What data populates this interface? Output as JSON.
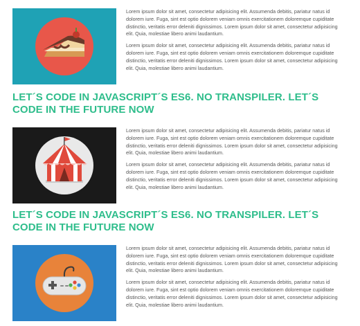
{
  "colors": {
    "headline": "#2ebd8b",
    "body_text": "#555555",
    "thumb1_bg": "#1fa2b5",
    "thumb2_bg": "#1a1a1a",
    "thumb3_bg": "#2a82c8"
  },
  "articles": [
    {
      "image_icon": "cake-slice-icon",
      "paragraphs": [
        "Lorem ipsum dolor sit amet, consectetur adipisicing elit. Assumenda debitis, pariatur natus id dolorem iure. Fuga, sint est optio dolorem veniam omnis exercitationem doloremque cupiditate distinctio, veritatis error deleniti dignissimos. Lorem ipsum dolor sit amet, consectetur adipisicing elit. Quia, molestiae libero animi laudantium.",
        "Lorem ipsum dolor sit amet, consectetur adipisicing elit. Assumenda debitis, pariatur natus id dolorem iure. Fuga, sint est optio dolorem veniam omnis exercitationem doloremque cupiditate distinctio, veritatis error deleniti dignissimos. Lorem ipsum dolor sit amet, consectetur adipisicing elit. Quia, molestiae libero animi laudantium."
      ]
    },
    {
      "image_icon": "circus-tent-icon",
      "paragraphs": [
        "Lorem ipsum dolor sit amet, consectetur adipisicing elit. Assumenda debitis, pariatur natus id dolorem iure. Fuga, sint est optio dolorem veniam omnis exercitationem doloremque cupiditate distinctio, veritatis error deleniti dignissimos. Lorem ipsum dolor sit amet, consectetur adipisicing elit. Quia, molestiae libero animi laudantium.",
        "Lorem ipsum dolor sit amet, consectetur adipisicing elit. Assumenda debitis, pariatur natus id dolorem iure. Fuga, sint est optio dolorem veniam omnis exercitationem doloremque cupiditate distinctio, veritatis error deleniti dignissimos. Lorem ipsum dolor sit amet, consectetur adipisicing elit. Quia, molestiae libero animi laudantium."
      ]
    },
    {
      "image_icon": "gamepad-icon",
      "paragraphs": [
        "Lorem ipsum dolor sit amet, consectetur adipisicing elit. Assumenda debitis, pariatur natus id dolorem iure. Fuga, sint est optio dolorem veniam omnis exercitationem doloremque cupiditate distinctio, veritatis error deleniti dignissimos. Lorem ipsum dolor sit amet, consectetur adipisicing elit. Quia, molestiae libero animi laudantium.",
        "Lorem ipsum dolor sit amet, consectetur adipisicing elit. Assumenda debitis, pariatur natus id dolorem iure. Fuga, sint est optio dolorem veniam omnis exercitationem doloremque cupiditate distinctio, veritatis error deleniti dignissimos. Lorem ipsum dolor sit amet, consectetur adipisicing elit. Quia, molestiae libero animi laudantium."
      ]
    }
  ],
  "headlines": [
    "LET´S CODE IN JAVASCRIPT´S ES6. NO TRANSPILER. LET´S CODE IN THE FUTURE NOW",
    "LET´S CODE IN JAVASCRIPT´S ES6. NO TRANSPILER. LET´S CODE IN THE FUTURE NOW"
  ]
}
